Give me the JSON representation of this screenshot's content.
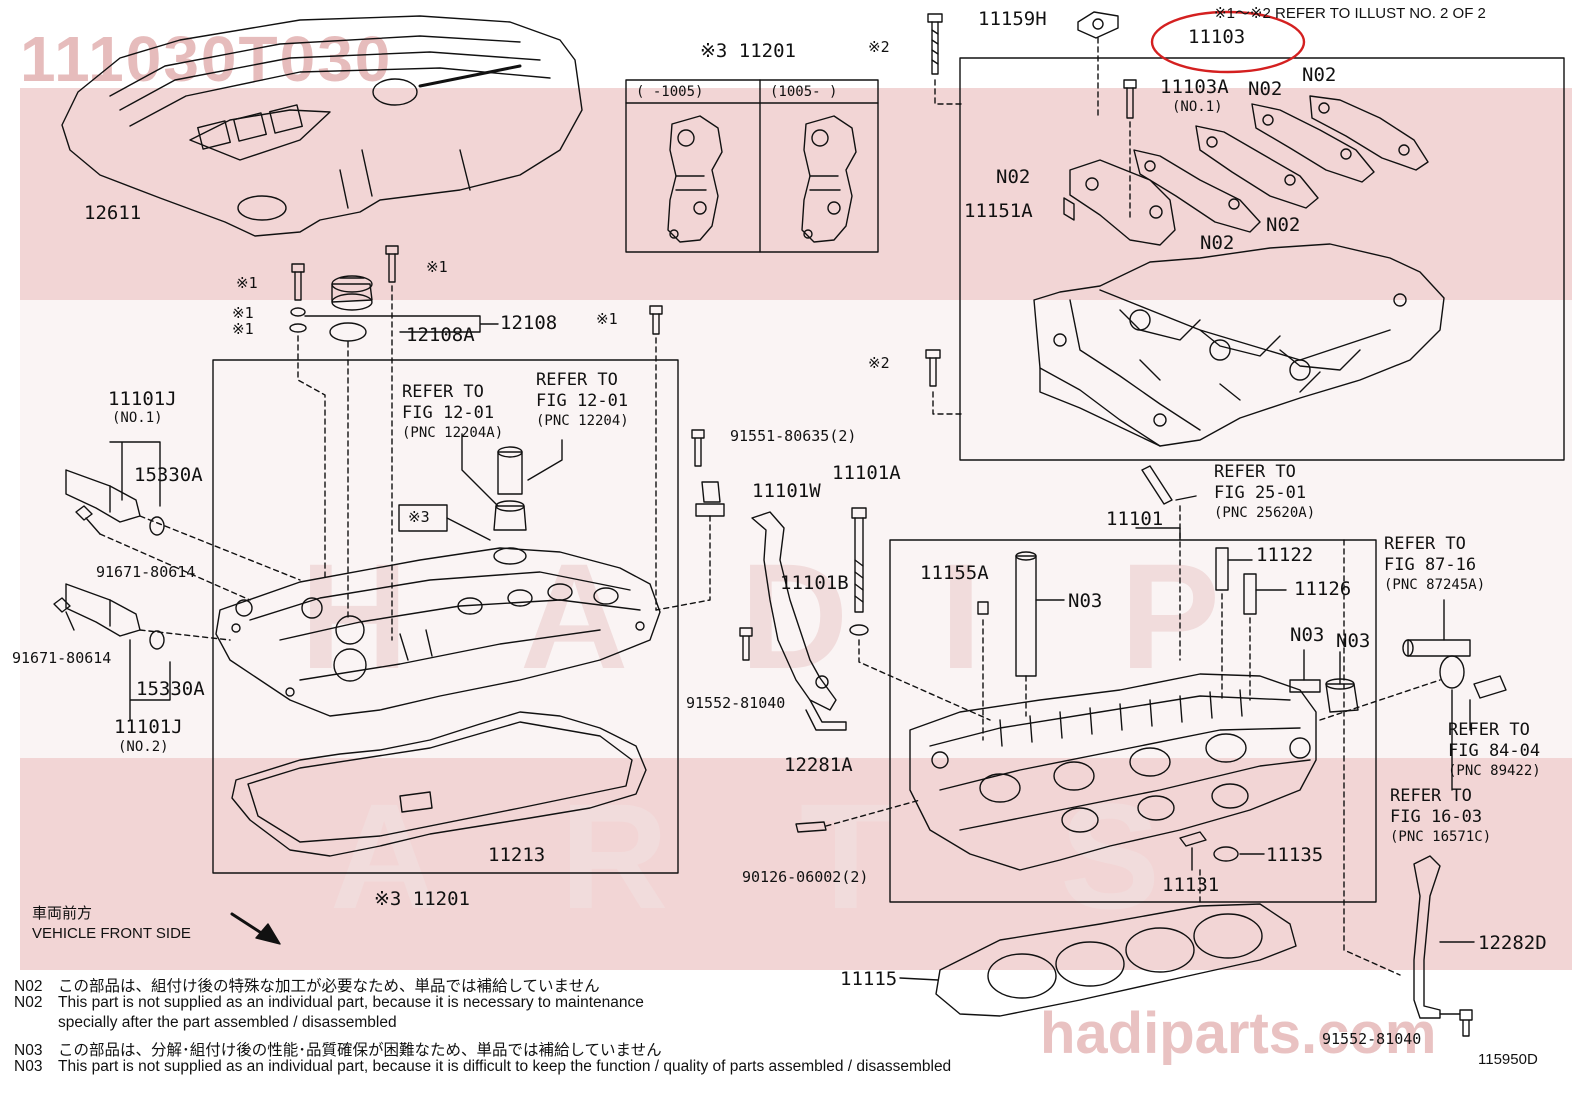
{
  "watermark": {
    "part_number": "111030T030",
    "site": "hadiparts.com",
    "letters": [
      "H",
      "A",
      "D",
      "I",
      "P",
      "A",
      "R",
      "T",
      "S"
    ],
    "colors": {
      "band": "#e7b3b3",
      "text": "#e6bcbc"
    }
  },
  "header": {
    "note": "※1～※2  REFER TO ILLUST NO. 2 OF 2",
    "highlighted_part": "11103",
    "highlight_color": "#d42020"
  },
  "inset_11201": {
    "label": "※3 11201",
    "col1": "(    -1005)",
    "col2": "(1005-    )"
  },
  "labels": {
    "l12611": "12611",
    "l11159H": "11159H",
    "l11103A": "11103A",
    "l11103A_no": "(NO.1)",
    "n02_a": "N02",
    "n02_b": "N02",
    "n02_c": "N02",
    "n02_d": "N02",
    "n02_e": "N02",
    "l11151A": "11151A",
    "m2_top": "※2",
    "m2_mid": "※2",
    "m1_a": "※1",
    "m1_b": "※1",
    "m1_c": "※1",
    "m1_d": "※1",
    "m1_e": "※1",
    "l12108": "12108",
    "l12108A": "12108A",
    "l11101J_1": "11101J",
    "l11101J_1_no": "(NO.1)",
    "l15330A_1": "15330A",
    "l91671_1": "91671-80614",
    "l91671_2": "91671-80614",
    "l15330A_2": "15330A",
    "l11101J_2": "11101J",
    "l11101J_2_no": "(NO.2)",
    "m3_box": "※3",
    "l91551": "91551-80635(2)",
    "l11101W": "11101W",
    "l11101A": "11101A",
    "l11101B": "11101B",
    "l91552_1": "91552-81040",
    "l12281A": "12281A",
    "l11213": "11213",
    "l11201_bottom": "※3 11201",
    "l11101": "11101",
    "l11155A": "11155A",
    "n03_a": "N03",
    "n03_b": "N03",
    "n03_c": "N03",
    "l11122": "11122",
    "l11126": "11126",
    "l90126": "90126-06002(2)",
    "l11131": "11131",
    "l11135": "11135",
    "l11115": "11115",
    "l12282D": "12282D",
    "l91552_2": "91552-81040",
    "fig_code": "115950D"
  },
  "refers": {
    "r12204A": {
      "l1": "REFER TO",
      "l2": "FIG 12-01",
      "l3": "(PNC 12204A)"
    },
    "r12204": {
      "l1": "REFER TO",
      "l2": "FIG 12-01",
      "l3": "(PNC 12204)"
    },
    "r25620A": {
      "l1": "REFER TO",
      "l2": "FIG 25-01",
      "l3": "(PNC 25620A)"
    },
    "r87245A": {
      "l1": "REFER TO",
      "l2": "FIG 87-16",
      "l3": "(PNC 87245A)"
    },
    "r89422": {
      "l1": "REFER TO",
      "l2": "FIG 84-04",
      "l3": "(PNC 89422)"
    },
    "r16571C": {
      "l1": "REFER TO",
      "l2": "FIG 16-03",
      "l3": "(PNC 16571C)"
    }
  },
  "front": {
    "jp": "車両前方",
    "en": "VEHICLE FRONT SIDE"
  },
  "notes": [
    {
      "code": "N02",
      "text": "この部品は、組付け後の特殊な加工が必要なため、単品では補給していません"
    },
    {
      "code": "N02",
      "text": "This part is not supplied as an individual part, because it is necessary to maintenance"
    },
    {
      "code": "",
      "text": "specially after the part assembled / disassembled"
    },
    {
      "code": "N03",
      "text": "この部品は、分解･組付け後の性能･品質確保が困難なため、単品では補給していません"
    },
    {
      "code": "N03",
      "text": "This part is not supplied as an individual part, because it is difficult to keep the function / quality of parts  assembled / disassembled"
    }
  ]
}
